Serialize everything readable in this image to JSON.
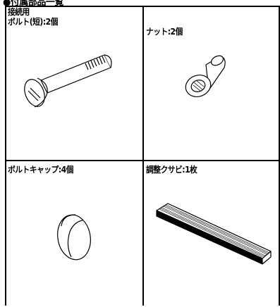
{
  "heading": "●付属部品一覧",
  "parts": [
    {
      "category": "接続用",
      "label": "ボルト(短):2個"
    },
    {
      "label": "ナット:2個"
    },
    {
      "label": "ボルトキャップ:4個"
    },
    {
      "label": "調整クサビ:1枚"
    }
  ]
}
